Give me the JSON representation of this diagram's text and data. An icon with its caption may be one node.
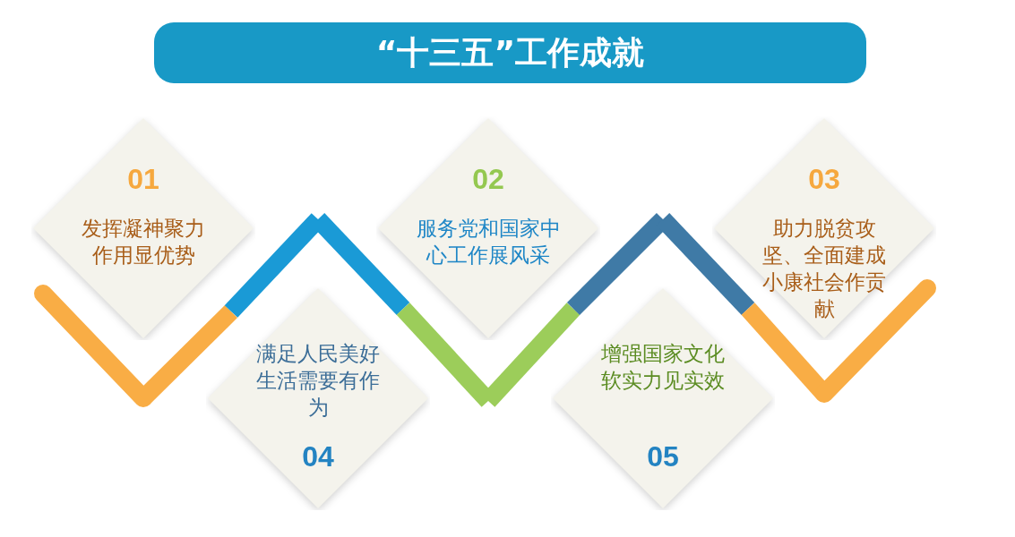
{
  "diagram": {
    "title": "“十三五”工作成就",
    "nodes": [
      {
        "text": [
          "01",
          "发挥凝神聚力作用显优势"
        ]
      },
      {
        "text": [
          "02",
          "服务党和国家中心工作展风采"
        ]
      },
      {
        "text": [
          "03",
          "助力脱贫攻坚、全面建成小康社会作贡献"
        ]
      },
      {
        "text": [
          "满足人民美好生活需要有作为",
          "04"
        ]
      },
      {
        "text": [
          "增强国家文化软实力见实效",
          "05"
        ]
      }
    ]
  }
}
